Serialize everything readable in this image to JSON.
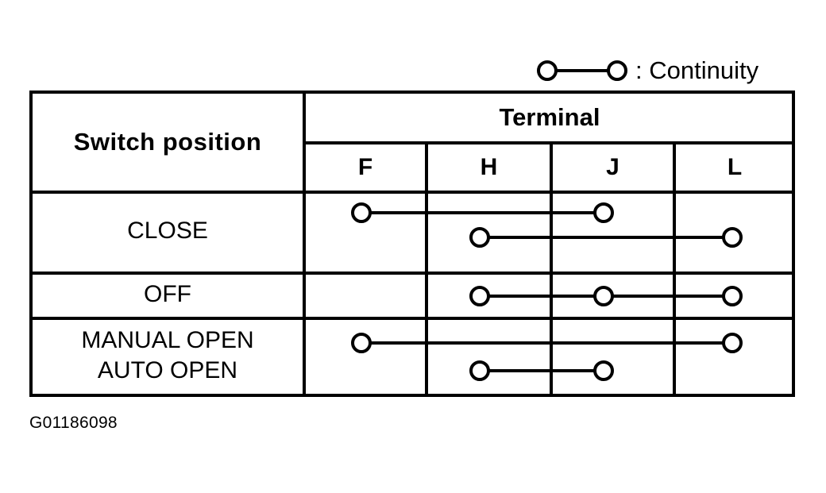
{
  "legend": {
    "symbol_name": "continuity-symbol",
    "label": ": Continuity"
  },
  "table": {
    "headers": {
      "switch_position": "Switch position",
      "terminal": "Terminal",
      "terminal_columns": [
        "F",
        "H",
        "J",
        "L"
      ]
    },
    "rows": [
      {
        "label": "CLOSE",
        "connections": [
          {
            "name": "close-f-j",
            "terminals": [
              "F",
              "J"
            ]
          },
          {
            "name": "close-h-l",
            "terminals": [
              "H",
              "L"
            ]
          }
        ]
      },
      {
        "label": "OFF",
        "connections": [
          {
            "name": "off-h-j-l",
            "terminals": [
              "H",
              "J",
              "L"
            ]
          }
        ]
      },
      {
        "label": "MANUAL OPEN\nAUTO OPEN",
        "connections": [
          {
            "name": "open-f-l",
            "terminals": [
              "F",
              "L"
            ]
          },
          {
            "name": "open-h-j",
            "terminals": [
              "H",
              "J"
            ]
          }
        ]
      }
    ]
  },
  "caption": "G01186098",
  "colors": {
    "ink": "#000000",
    "paper": "#ffffff"
  }
}
